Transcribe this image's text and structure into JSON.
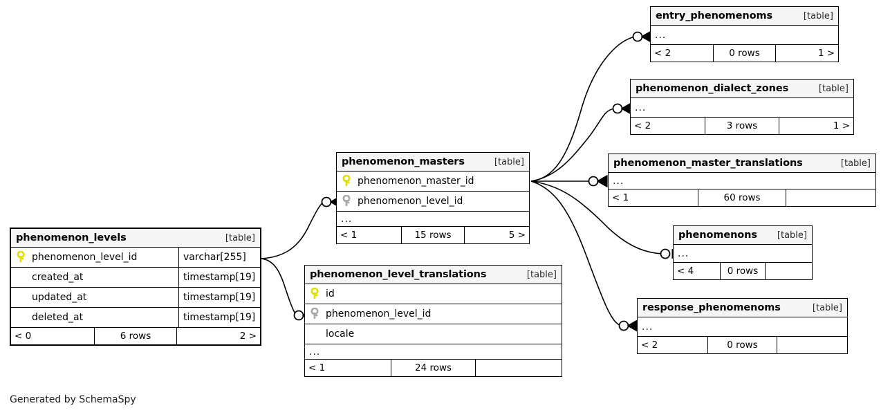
{
  "diagram": {
    "kind": "database-schema-erd",
    "generator_note": "Generated by SchemaSpy",
    "table_tag": "[table]",
    "ellipsis": "..."
  },
  "tables": {
    "phenomenon_levels": {
      "name": "phenomenon_levels",
      "tag": "[table]",
      "columns": [
        {
          "name": "phenomenon_level_id",
          "type": "varchar[255]",
          "key": "primary"
        },
        {
          "name": "created_at",
          "type": "timestamp[19]",
          "key": "none"
        },
        {
          "name": "updated_at",
          "type": "timestamp[19]",
          "key": "none"
        },
        {
          "name": "deleted_at",
          "type": "timestamp[19]",
          "key": "none"
        }
      ],
      "has_ellipsis_row": false,
      "footer": {
        "left": "< 0",
        "middle": "6 rows",
        "right": "2 >"
      }
    },
    "phenomenon_masters": {
      "name": "phenomenon_masters",
      "tag": "[table]",
      "columns": [
        {
          "name": "phenomenon_master_id",
          "type": "",
          "key": "primary"
        },
        {
          "name": "phenomenon_level_id",
          "type": "",
          "key": "foreign"
        }
      ],
      "has_ellipsis_row": true,
      "footer": {
        "left": "< 1",
        "middle": "15 rows",
        "right": "5 >"
      }
    },
    "phenomenon_level_translations": {
      "name": "phenomenon_level_translations",
      "tag": "[table]",
      "columns": [
        {
          "name": "id",
          "type": "",
          "key": "primary"
        },
        {
          "name": "phenomenon_level_id",
          "type": "",
          "key": "foreign"
        },
        {
          "name": "locale",
          "type": "",
          "key": "none"
        }
      ],
      "has_ellipsis_row": true,
      "footer": {
        "left": "< 1",
        "middle": "24 rows",
        "right": ""
      }
    },
    "entry_phenomenoms": {
      "name": "entry_phenomenoms",
      "tag": "[table]",
      "columns": [],
      "has_ellipsis_row": true,
      "footer": {
        "left": "< 2",
        "middle": "0 rows",
        "right": "1 >"
      }
    },
    "phenomenon_dialect_zones": {
      "name": "phenomenon_dialect_zones",
      "tag": "[table]",
      "columns": [],
      "has_ellipsis_row": true,
      "footer": {
        "left": "< 2",
        "middle": "3 rows",
        "right": "1 >"
      }
    },
    "phenomenon_master_translations": {
      "name": "phenomenon_master_translations",
      "tag": "[table]",
      "columns": [],
      "has_ellipsis_row": true,
      "footer": {
        "left": "< 1",
        "middle": "60 rows",
        "right": ""
      }
    },
    "phenomenons": {
      "name": "phenomenons",
      "tag": "[table]",
      "columns": [],
      "has_ellipsis_row": true,
      "footer": {
        "left": "< 4",
        "middle": "0 rows",
        "right": ""
      }
    },
    "response_phenomenoms": {
      "name": "response_phenomenoms",
      "tag": "[table]",
      "columns": [],
      "has_ellipsis_row": true,
      "footer": {
        "left": "< 2",
        "middle": "0 rows",
        "right": ""
      }
    }
  },
  "relationships": [
    {
      "from": "phenomenon_levels",
      "to": "phenomenon_masters",
      "end_marker": "zero-or-many"
    },
    {
      "from": "phenomenon_levels",
      "to": "phenomenon_level_translations",
      "end_marker": "zero-or-many"
    },
    {
      "from": "phenomenon_masters",
      "to": "entry_phenomenoms",
      "end_marker": "zero-or-many"
    },
    {
      "from": "phenomenon_masters",
      "to": "phenomenon_dialect_zones",
      "end_marker": "zero-or-many"
    },
    {
      "from": "phenomenon_masters",
      "to": "phenomenon_master_translations",
      "end_marker": "zero-or-many"
    },
    {
      "from": "phenomenon_masters",
      "to": "phenomenons",
      "end_marker": "zero-or-one"
    },
    {
      "from": "phenomenon_masters",
      "to": "response_phenomenoms",
      "end_marker": "zero-or-many"
    }
  ],
  "colors": {
    "primary_key": "#e8e81c",
    "foreign_key": "#a8a8a8",
    "header_fill": "#f5f5f5",
    "line": "#000000"
  }
}
